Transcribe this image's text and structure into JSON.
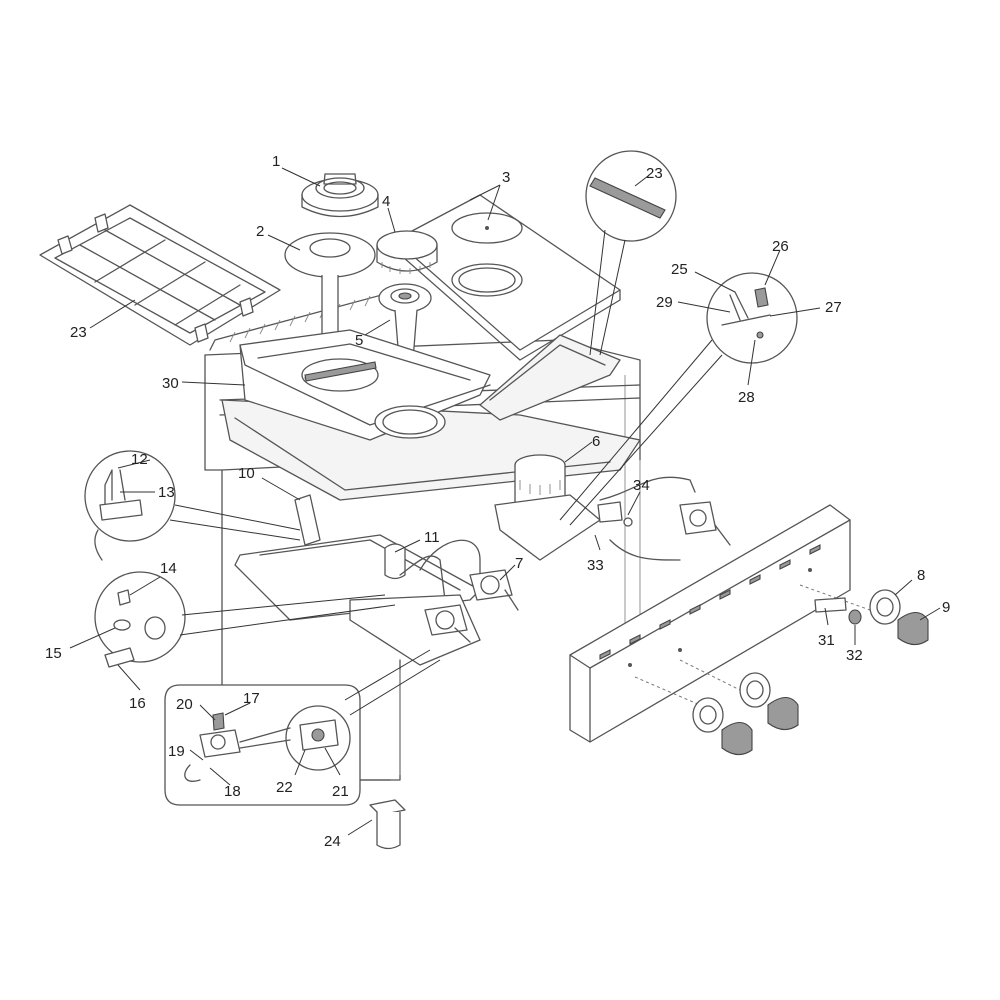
{
  "diagram": {
    "part_labels": [
      "1",
      "2",
      "3",
      "4",
      "5",
      "6",
      "7",
      "8",
      "9",
      "10",
      "11",
      "12",
      "13",
      "14",
      "15",
      "16",
      "17",
      "18",
      "19",
      "20",
      "21",
      "22",
      "23",
      "23",
      "23",
      "24",
      "25",
      "26",
      "27",
      "28",
      "29",
      "30",
      "31",
      "32",
      "33",
      "34"
    ]
  }
}
